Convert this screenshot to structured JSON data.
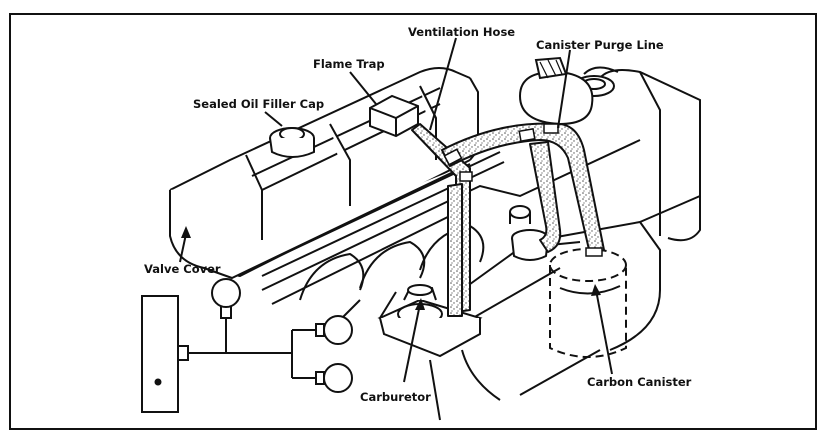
{
  "labels": {
    "ventilation_hose": "Ventilation Hose",
    "canister_purge_line": "Canister Purge Line",
    "flame_trap": "Flame Trap",
    "sealed_oil_filler_cap": "Sealed Oil Filler Cap",
    "valve_cover": "Valve Cover",
    "carburetor": "Carburetor",
    "carbon_canister": "Carbon Canister"
  },
  "colors": {
    "ink": "#111111",
    "paper": "#ffffff",
    "hose_speckle": "#5a5a5a"
  }
}
